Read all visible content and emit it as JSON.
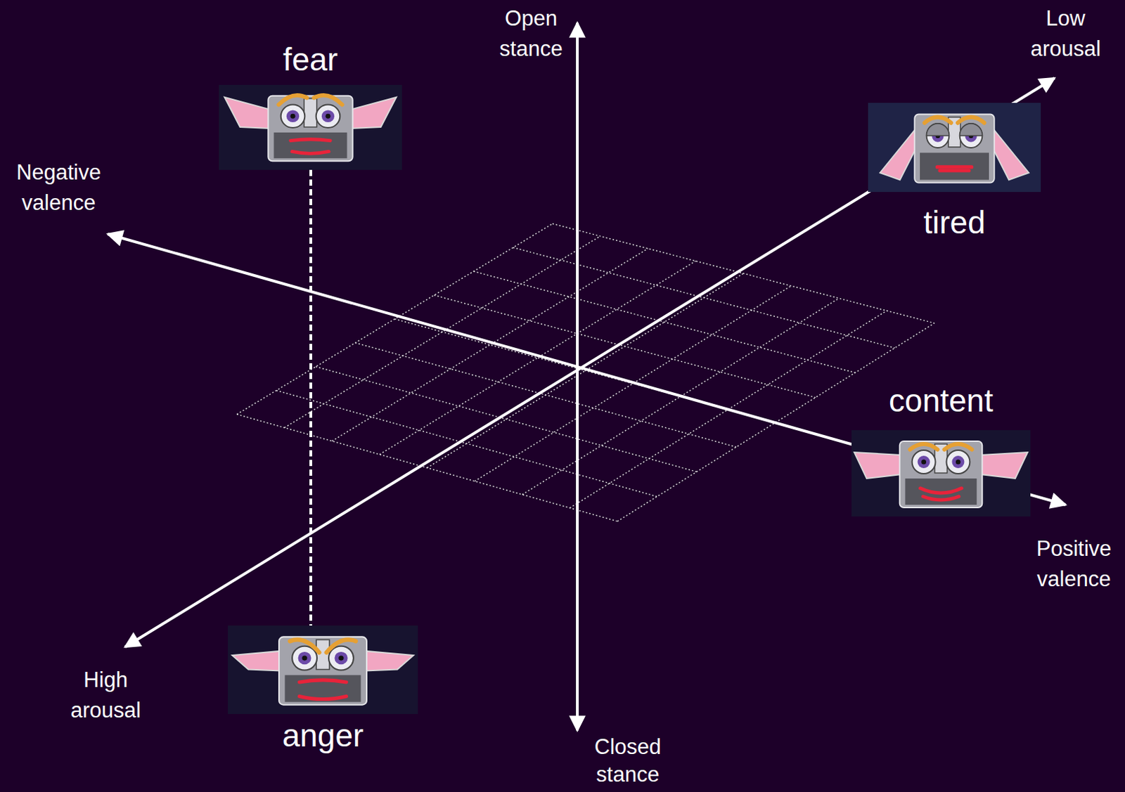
{
  "diagram": {
    "nodes": [
      {
        "text": [
          "fear"
        ]
      },
      {
        "text": [
          "tired"
        ]
      },
      {
        "text": [
          "content"
        ]
      },
      {
        "text": [
          "anger"
        ]
      }
    ],
    "edges": [
      {
        "from": 0,
        "to": 3,
        "arrow": "none"
      }
    ],
    "labels": [
      "Open stance",
      "Low arousal",
      "Negative valence",
      "Positive valence",
      "High arousal",
      "Closed stance"
    ]
  }
}
